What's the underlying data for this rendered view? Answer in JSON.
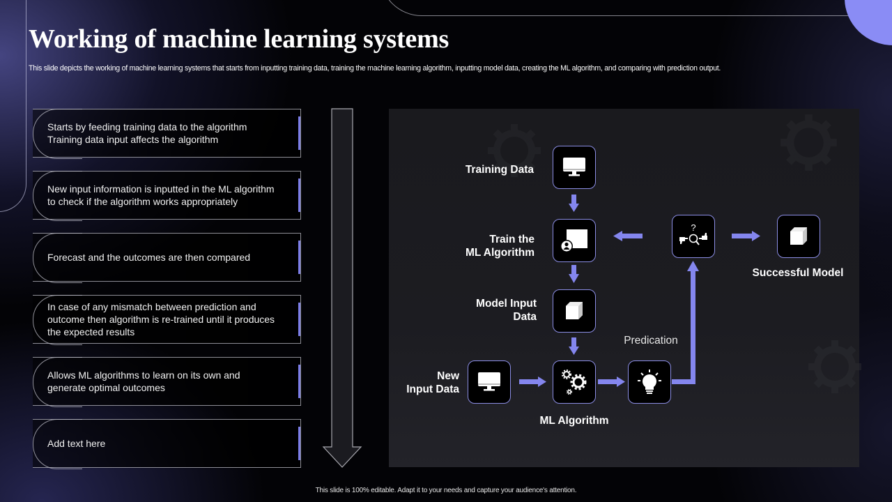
{
  "slide": {
    "title": "Working of machine learning systems",
    "subtitle": "This slide depicts the working of machine learning systems that starts from inputting training data, training the machine learning algorithm, inputting model data, creating the ML algorithm, and comparing with prediction output.",
    "footer": "This slide is 100% editable. Adapt it to your needs and capture your audience's attention."
  },
  "colors": {
    "accent": "#7c7ee8",
    "accent_circle": "#8a8cf5",
    "panel_bg": "#1c1c21",
    "node_border": "#8c8ee6"
  },
  "steps": [
    {
      "text": "Starts by feeding training data to the algorithm\nTraining data input affects the algorithm"
    },
    {
      "text": "New input information is inputted in the ML algorithm\nto check if the algorithm works appropriately"
    },
    {
      "text": "Forecast and the outcomes are then compared"
    },
    {
      "text": "In case of any mismatch between prediction and\noutcome then algorithm is re-trained until it produces\nthe expected results"
    },
    {
      "text": "Allows ML algorithms to learn on its own and\ngenerate optimal outcomes"
    },
    {
      "text": "Add text here"
    }
  ],
  "diagram": {
    "nodes": {
      "training_data": {
        "label": "Training Data",
        "icon": "monitor-icon"
      },
      "train_algorithm": {
        "label": "Train the\nML Algorithm",
        "icon": "presentation-user-icon"
      },
      "model_input": {
        "label": "Model Input\nData",
        "icon": "cube-icon"
      },
      "new_input": {
        "label": "New\nInput Data",
        "icon": "monitor-icon"
      },
      "ml_algorithm": {
        "label": "ML Algorithm",
        "icon": "gears-icon"
      },
      "prediction": {
        "label": "Predication",
        "icon": "lightbulb-icon"
      },
      "evaluation": {
        "label": "",
        "icon": "feedback-search-icon"
      },
      "successful_model": {
        "label": "Successful Model",
        "icon": "cube-icon"
      }
    },
    "evaluation_glyph": "?"
  }
}
